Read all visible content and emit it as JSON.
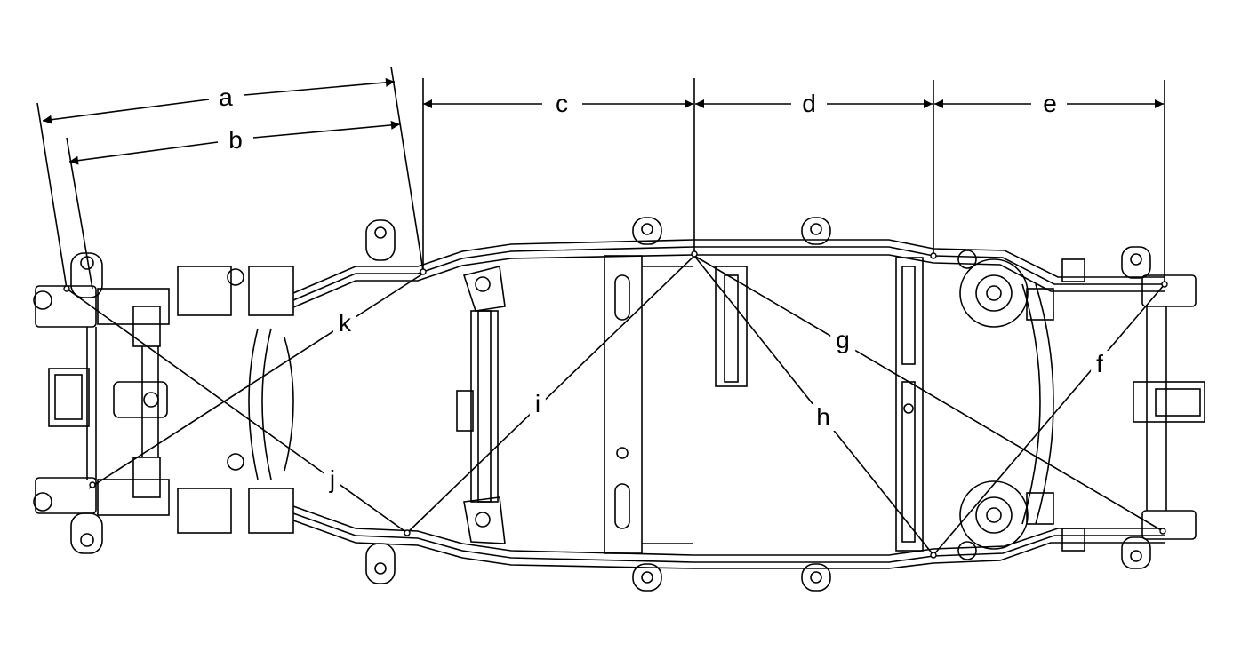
{
  "diagram": {
    "dimensions": {
      "a": "a",
      "b": "b",
      "c": "c",
      "d": "d",
      "e": "e",
      "f": "f",
      "g": "g",
      "h": "h",
      "i": "i",
      "j": "j",
      "k": "k"
    },
    "colors": {
      "line": "#000000",
      "background": "#ffffff"
    }
  }
}
